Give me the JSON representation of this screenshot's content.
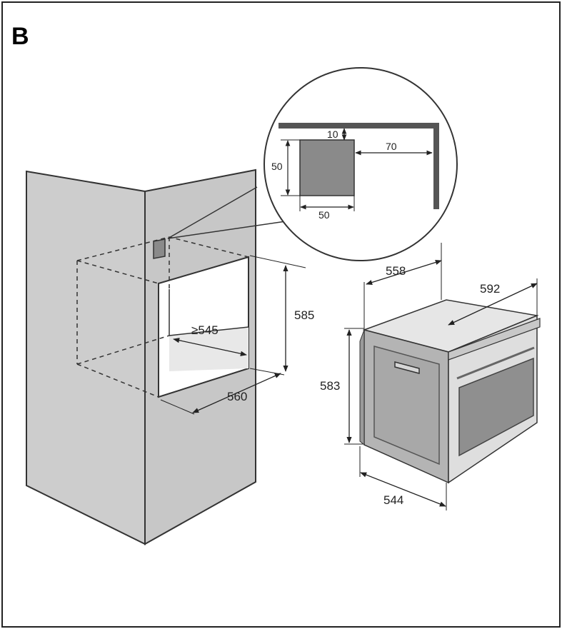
{
  "panel_label": "B",
  "colors": {
    "cabinet_fill": "#cdcdcd",
    "cabinet_stroke": "#333333",
    "vent_fill": "#8a8a8a",
    "oven_door": "#a8a8a8",
    "oven_window": "#8f8f8f",
    "oven_body": "#dedede",
    "line": "#222222"
  },
  "detail": {
    "dim_gap_top": "10",
    "dim_gap_side": "70",
    "dim_vent_height": "50",
    "dim_vent_width": "50"
  },
  "cabinet": {
    "dim_depth_min": "≥545",
    "dim_width": "560",
    "dim_height": "585"
  },
  "oven": {
    "dim_depth": "558",
    "dim_width": "592",
    "dim_height": "583",
    "dim_body_depth": "544"
  }
}
